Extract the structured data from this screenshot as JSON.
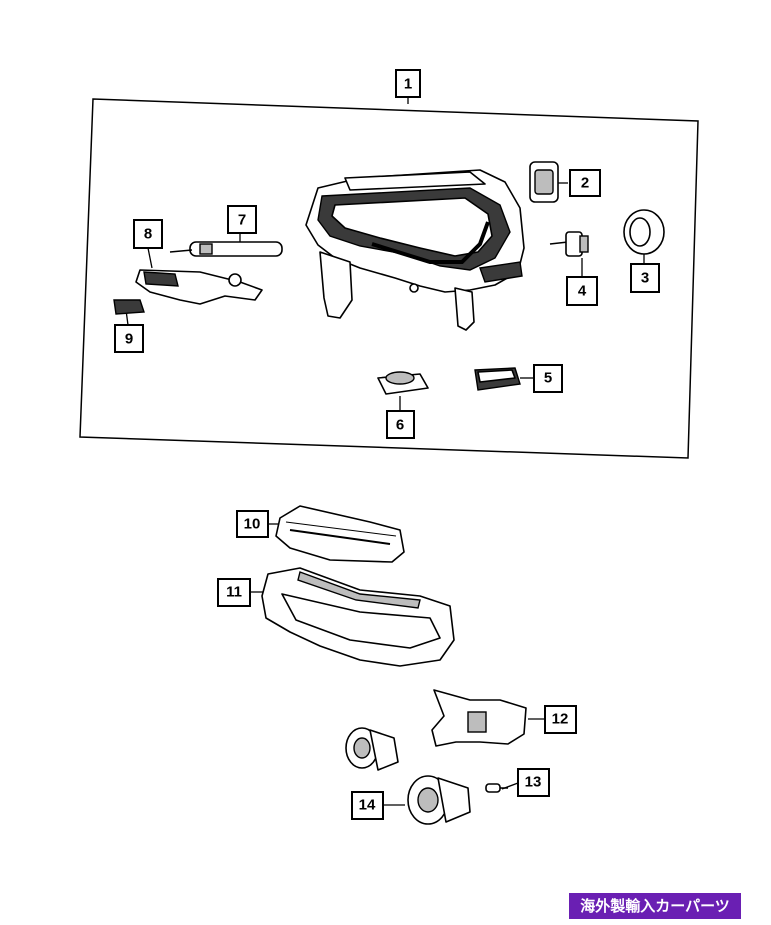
{
  "callouts": {
    "c1": "1",
    "c2": "2",
    "c3": "3",
    "c4": "4",
    "c5": "5",
    "c6": "6",
    "c7": "7",
    "c8": "8",
    "c9": "9",
    "c10": "10",
    "c11": "11",
    "c12": "12",
    "c13": "13",
    "c14": "14"
  },
  "watermark": "海外製輸入カーパーツ",
  "colors": {
    "watermark_bg": "#6a1fb3",
    "line": "#000000"
  }
}
